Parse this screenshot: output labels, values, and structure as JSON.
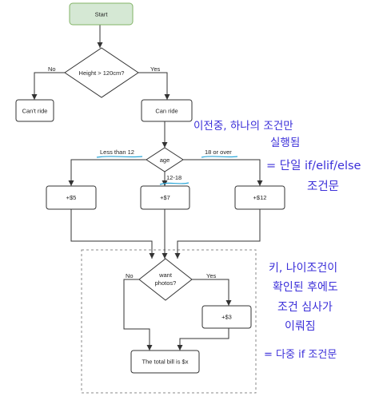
{
  "colors": {
    "start_fill": "#d5e8d4",
    "start_stroke": "#82b366",
    "handwriting": "#3b2fd9",
    "underline": "#2aa6d8"
  },
  "nodes": {
    "start": "Start",
    "height_check": "Height > 120cm?",
    "cant_ride": "Can't ride",
    "can_ride": "Can ride",
    "age": "age",
    "plus5": "+$5",
    "plus7": "+$7",
    "plus12": "+$12",
    "want_photos_1": "want",
    "want_photos_2": "photos?",
    "plus3": "+$3",
    "total": "The total bill is $x"
  },
  "edge_labels": {
    "height_no": "No",
    "height_yes": "Yes",
    "age_less": "Less than 12",
    "age_over": "18 or over",
    "age_mid": "12-18",
    "photos_no": "No",
    "photos_yes": "Yes"
  },
  "annotations": {
    "note1": [
      "이전중, 하나의 조건만",
      "실행됨",
      "= 단일 if/elif/else",
      "조건문"
    ],
    "note2": [
      "키, 나이조건이",
      "확인된 후에도",
      "조건 심사가",
      "이뤄짐",
      "= 다중 if 조건문"
    ]
  }
}
